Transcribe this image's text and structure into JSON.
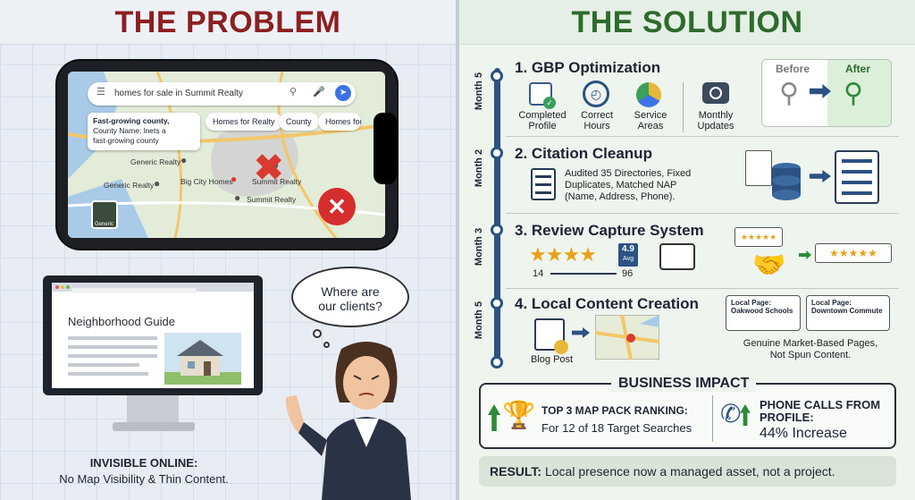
{
  "problem": {
    "title": "THE PROBLEM",
    "search_query": "homes for sale in Summit Realty",
    "chips": [
      "Homes for Realty",
      "County",
      "Homes for"
    ],
    "tooltip": {
      "title": "Fast-growing county,",
      "line2": "County Name; lnets a",
      "line3": "fast-growing county"
    },
    "map_labels": [
      "Generic Realty",
      "Generic Realty",
      "Big City Homes",
      "Summit Realty",
      "Summit Realty",
      "Generic"
    ],
    "page_title": "Neighborhood Guide",
    "thought": {
      "line1": "Where are",
      "line2": "our clients?"
    },
    "caption_title": "INVISIBLE ONLINE:",
    "caption_body": "No Map Visibility & Thin Content."
  },
  "solution": {
    "title": "THE SOLUTION",
    "months": [
      "Month 5",
      "Month 2",
      "Month 3",
      "Month 5"
    ],
    "step1": {
      "title": "1. GBP Optimization",
      "items": [
        {
          "l1": "Completed",
          "l2": "Profile"
        },
        {
          "l1": "Correct",
          "l2": "Hours"
        },
        {
          "l1": "Service",
          "l2": "Areas"
        },
        {
          "l1": "Monthly",
          "l2": "Updates"
        }
      ],
      "before": "Before",
      "after": "After"
    },
    "step2": {
      "title": "2. Citation Cleanup",
      "l1": "Audited 35 Directories, Fixed",
      "l2": "Duplicates, Matched NAP",
      "l3": "(Name, Address, Phone)."
    },
    "step3": {
      "title": "3. Review Capture System",
      "rating": "4.9",
      "rating_sub": "Avg",
      "from": "14",
      "to": "96"
    },
    "step4": {
      "title": "4. Local Content Creation",
      "blog": "Blog Post",
      "card1_a": "Local Page:",
      "card1_b": "Oakwood Schools",
      "card2_a": "Local Page:",
      "card2_b": "Downtown Commute",
      "note1": "Genuine Market-Based Pages,",
      "note2": "Not Spun Content."
    },
    "impact": {
      "title": "BUSINESS IMPACT",
      "left_title": "TOP 3 MAP PACK RANKING:",
      "left_body": "For 12 of 18 Target Searches",
      "right_title1": "PHONE CALLS FROM",
      "right_title2": "PROFILE:",
      "right_body": "44% Increase"
    },
    "result_label": "RESULT:",
    "result_text": " Local presence now a managed asset, not a project."
  }
}
